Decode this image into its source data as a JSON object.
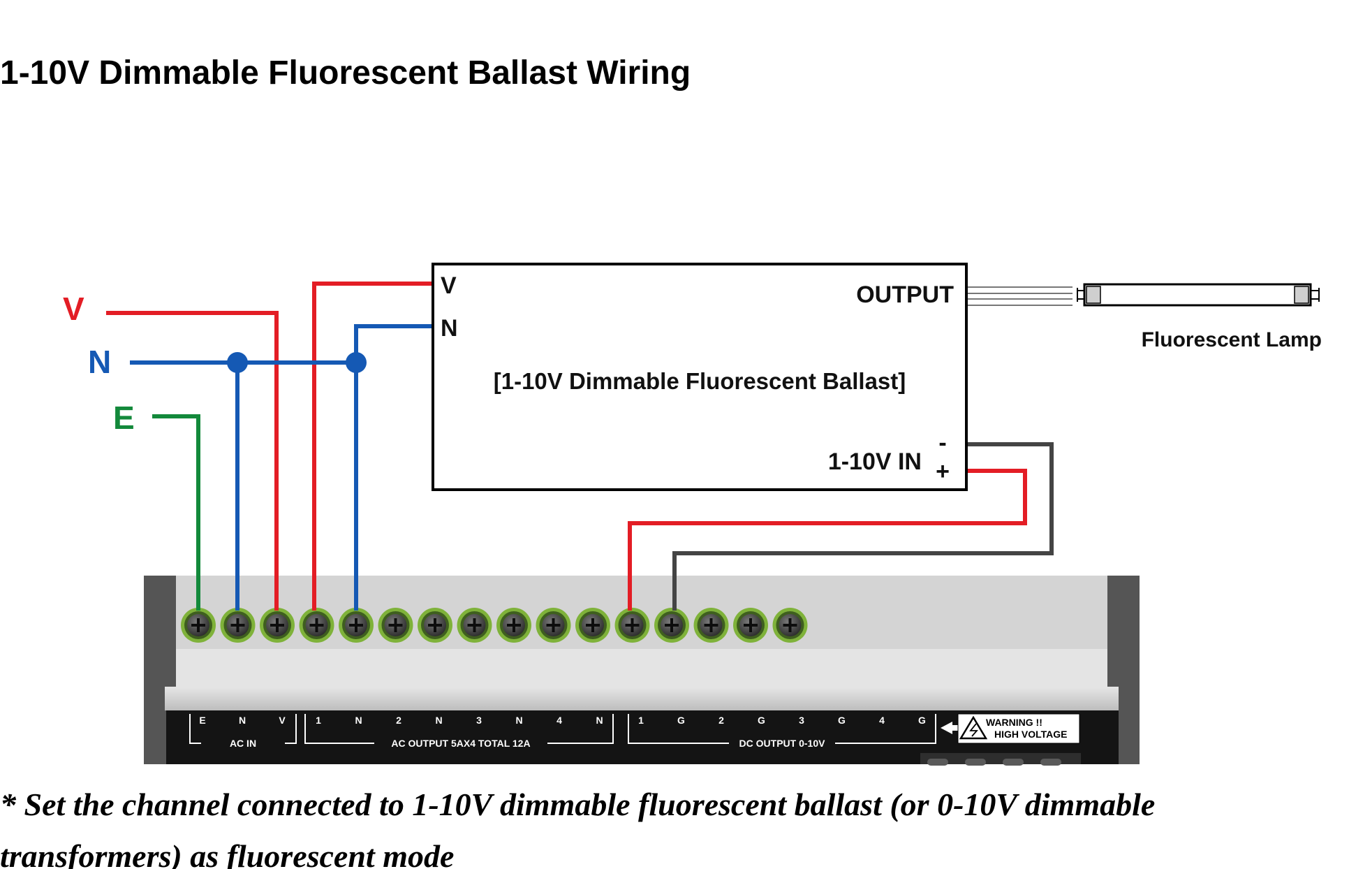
{
  "title": "1-10V Dimmable Fluorescent Ballast Wiring",
  "line_labels": {
    "v": "V",
    "n": "N",
    "e": "E"
  },
  "ballast": {
    "title": "[1-10V Dimmable Fluorescent Ballast]",
    "input_v": "V",
    "input_n": "N",
    "output": "OUTPUT",
    "dim_input": "1-10V IN",
    "minus": "-",
    "plus": "+"
  },
  "lamp": {
    "label": "Fluorescent Lamp"
  },
  "controller": {
    "ac_in_terminals": [
      "E",
      "N",
      "V"
    ],
    "ac_in_label": "AC IN",
    "ac_out_terminals": [
      "1",
      "N",
      "2",
      "N",
      "3",
      "N",
      "4",
      "N"
    ],
    "ac_out_label": "AC OUTPUT 5AX4  TOTAL 12A",
    "dc_out_terminals": [
      "1",
      "G",
      "2",
      "G",
      "3",
      "G",
      "4",
      "G"
    ],
    "dc_out_label": "DC OUTPUT 0-10V",
    "warning_line1": "WARNING !!",
    "warning_line2": "HIGH  VOLTAGE"
  },
  "footnote": {
    "line1": "* Set the channel connected to 1-10V dimmable fluorescent ballast (or 0-10V dimmable",
    "line2": "transformers) as fluorescent mode"
  },
  "colors": {
    "live": "#e31d25",
    "neutral": "#1559b4",
    "earth": "#13893b",
    "dim_negative": "#444444",
    "terminal_green": "#7fb23a"
  },
  "icons": {
    "warning": "high-voltage-warning-icon",
    "arrow": "arrow-left-icon",
    "screw": "screw-terminal-icon"
  }
}
